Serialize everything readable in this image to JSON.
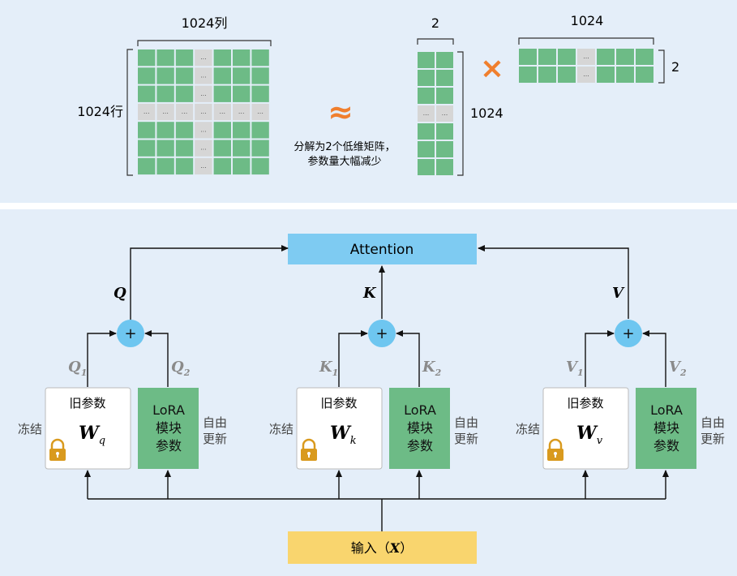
{
  "top": {
    "big_matrix_cols_label": "1024列",
    "big_matrix_rows_label": "1024行",
    "approx_symbol": "≈",
    "caption_line1": "分解为2个低维矩阵，",
    "caption_line2": "参数量大幅减少",
    "matrix_a_width_label": "2",
    "matrix_a_height_label": "1024",
    "times_symbol": "×",
    "matrix_b_width_label": "1024",
    "matrix_b_height_label": "2",
    "ellipsis": "...",
    "colors": {
      "green": "#6dbb86",
      "gray": "#d6d6d6",
      "orange": "#f07f2e"
    }
  },
  "bottom": {
    "attention_label": "Attention",
    "plus_symbol": "+",
    "input_label": "输入（",
    "input_var": "X",
    "input_close": "）",
    "frozen_label": "冻结",
    "free_update_line1": "自由",
    "free_update_line2": "更新",
    "old_params_label": "旧参数",
    "lora_line1": "LoRA",
    "lora_line2": "模块",
    "lora_line3": "参数",
    "branches": [
      {
        "out": "Q",
        "in1_base": "Q",
        "in1_sub": "1",
        "in2_base": "Q",
        "in2_sub": "2",
        "w_base": "W",
        "w_sub": "q"
      },
      {
        "out": "K",
        "in1_base": "K",
        "in1_sub": "1",
        "in2_base": "K",
        "in2_sub": "2",
        "w_base": "W",
        "w_sub": "k"
      },
      {
        "out": "V",
        "in1_base": "V",
        "in1_sub": "1",
        "in2_base": "V",
        "in2_sub": "2",
        "w_base": "W",
        "w_sub": "v"
      }
    ],
    "colors": {
      "attention": "#7ecbf2",
      "plus": "#6ec6f0",
      "lora": "#6dbb86",
      "input": "#f9d56e",
      "lock": "#d99a1e"
    }
  }
}
